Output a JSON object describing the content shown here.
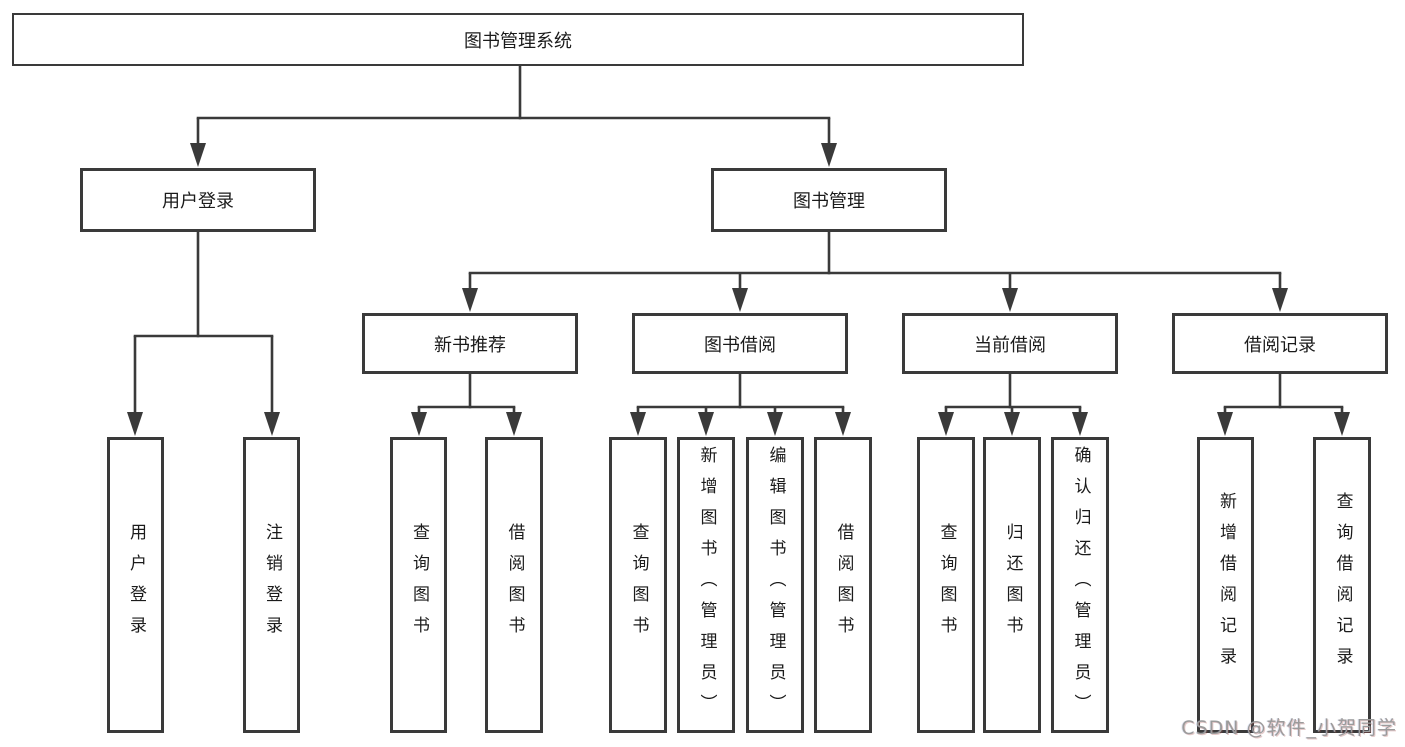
{
  "nodes": {
    "root": "图书管理系统",
    "user_login": "用户登录",
    "book_mgmt": "图书管理",
    "new_book_rec": "新书推荐",
    "book_borrow": "图书借阅",
    "current_borrow": "当前借阅",
    "borrow_record": "借阅记录",
    "leaf_user_login": "用户登录",
    "leaf_logout": "注销登录",
    "leaf_nr_query_book": "查询图书",
    "leaf_nr_borrow_book": "借阅图书",
    "leaf_bb_query_book": "查询图书",
    "leaf_bb_add_book_admin": "新增图书（管理员）",
    "leaf_bb_edit_book_admin": "编辑图书（管理员）",
    "leaf_bb_borrow_book": "借阅图书",
    "leaf_cb_query_book": "查询图书",
    "leaf_cb_return_book": "归还图书",
    "leaf_cb_confirm_return_admin": "确认归还（管理员）",
    "leaf_br_add_record": "新增借阅记录",
    "leaf_br_query_record": "查询借阅记录"
  },
  "tree": {
    "label": "图书管理系统",
    "children": [
      {
        "label": "用户登录",
        "children": [
          {
            "label": "用户登录"
          },
          {
            "label": "注销登录"
          }
        ]
      },
      {
        "label": "图书管理",
        "children": [
          {
            "label": "新书推荐",
            "children": [
              {
                "label": "查询图书"
              },
              {
                "label": "借阅图书"
              }
            ]
          },
          {
            "label": "图书借阅",
            "children": [
              {
                "label": "查询图书"
              },
              {
                "label": "新增图书（管理员）"
              },
              {
                "label": "编辑图书（管理员）"
              },
              {
                "label": "借阅图书"
              }
            ]
          },
          {
            "label": "当前借阅",
            "children": [
              {
                "label": "查询图书"
              },
              {
                "label": "归还图书"
              },
              {
                "label": "确认归还（管理员）"
              }
            ]
          },
          {
            "label": "借阅记录",
            "children": [
              {
                "label": "新增借阅记录"
              },
              {
                "label": "查询借阅记录"
              }
            ]
          }
        ]
      }
    ]
  },
  "watermark": "CSDN @软件_小贺同学",
  "colors": {
    "line": "#3a3a3a",
    "box_border": "#3a3a3a",
    "text": "#1b1b1b",
    "background": "#ffffff",
    "watermark": "#9b9b9b"
  }
}
